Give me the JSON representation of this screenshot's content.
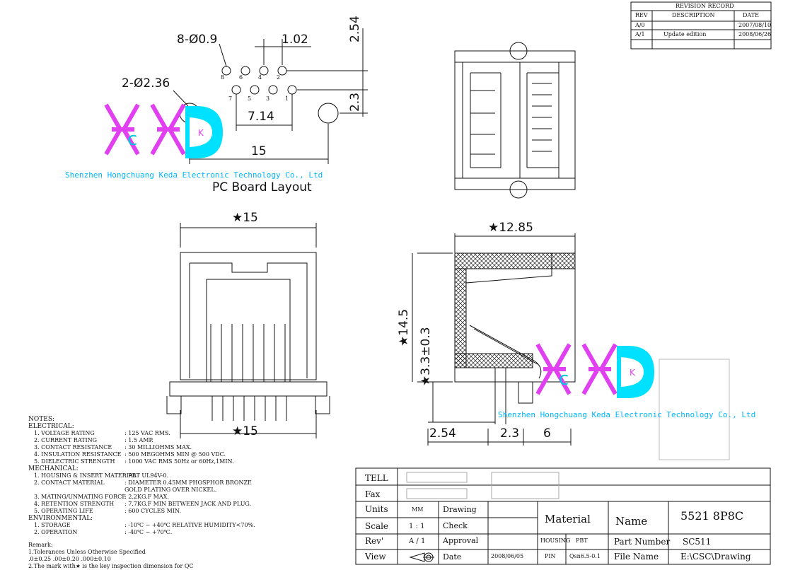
{
  "revision": {
    "title": "REVISION RECORD",
    "headers": [
      "REV",
      "DESCRIPTION",
      "DATE"
    ],
    "rows": [
      {
        "rev": "A/0",
        "desc": "",
        "date": "2007/08/10"
      },
      {
        "rev": "A/1",
        "desc": "Update edition",
        "date": "2008/06/26"
      }
    ]
  },
  "layout": {
    "title": "PC Board Layout",
    "dim_holes": "8-Ø0.9",
    "dim_pitch": "1.02",
    "dim_254": "2.54",
    "dim_mount": "2-Ø2.36",
    "dim_23": "2.3",
    "dim_714": "7.14",
    "dim_15": "15",
    "pins_top": [
      "8",
      "6",
      "4",
      "2"
    ],
    "pins_bottom": [
      "7",
      "5",
      "3",
      "1"
    ]
  },
  "watermark": {
    "company": "Shenzhen Hongchuang Keda Electronic Technology Co., Ltd",
    "logo": "HCKD"
  },
  "front": {
    "width_top": "★15",
    "width_bottom": "★15"
  },
  "side": {
    "depth": "★12.85",
    "height": "★14.5",
    "pin": "★3.3±0.3",
    "d1": "2.54",
    "d2": "2.3",
    "d3": "6"
  },
  "notes": {
    "title": "NOTES:",
    "electrical_title": "ELECTRICAL:",
    "electrical": [
      {
        "k": "1.  VOLTAGE RATING",
        "v": ": 125 VAC RMS."
      },
      {
        "k": "2.  CURRENT RATING",
        "v": ": 1.5 AMP."
      },
      {
        "k": "3.  CONTACT RESISTANCE",
        "v": ": 30 MILLIOHMS MAX."
      },
      {
        "k": "4.  INSULATION RESISTANCE",
        "v": ": 500 MEGOHMS MIN @ 500 VDC."
      },
      {
        "k": "5.  DIELECTRIC STRENGTH",
        "v": ": 1000 VAC RMS 50Hz or 60Hz,1MIN."
      }
    ],
    "mechanical_title": "MECHANICAL:",
    "mechanical": [
      {
        "k": "1.  HOUSING & INSERT MATERIAL",
        "v": ": PBT UL94V-0."
      },
      {
        "k": "2.  CONTACT MATERIAL",
        "v": ": DIAMETER 0.45MM PHOSPHOR BRONZE"
      },
      {
        "k": "",
        "v": "  GOLD PLATING OVER NICKEL."
      },
      {
        "k": "3.  MATING/UNMATING FORCE",
        "v": ": 2.2KG.F MAX."
      },
      {
        "k": "4.  RETENTION STRENGTH",
        "v": ": 7.7KG.F MIN BETWEEN JACK AND PLUG."
      },
      {
        "k": "5.  OPERATING LIFE",
        "v": ": 600 CYCLES MIN."
      }
    ],
    "environmental_title": "ENVIRONMENTAL:",
    "environmental": [
      {
        "k": "1.  STORAGE",
        "v": ": -10℃  ~  +40℃  RELATIVE HUMIDITY<70%."
      },
      {
        "k": "2.  OPERATION",
        "v": ": -40℃  ~  +70℃."
      }
    ],
    "remark_title": "Remark:",
    "remark1": "1.Tolerances Unless Otherwise Specified",
    "remark1b": " .0±0.25  .00±0.20  .000±0.10",
    "remark2": "2.The mark with★ is the key inspection dimension for QC"
  },
  "title_block": {
    "tell": "TELL",
    "fax": "Fax",
    "units": "Units",
    "units_val": "MM",
    "drawing": "Drawing",
    "scale": "Scale",
    "scale_val": "1 : 1",
    "check": "Check",
    "rev": "Rev'",
    "rev_val": "A / 1",
    "approval": "Approval",
    "view": "View",
    "date": "Date",
    "date_val": "2008/06/05",
    "material": "Material",
    "housing": "HOUSING",
    "housing_val": "PBT",
    "pin": "PIN",
    "pin_val": "Qsn6.5-0.1",
    "name": "Name",
    "name_val": "5521 8P8C",
    "part_number": "Part Number",
    "part_number_val": "SC511",
    "file_name": "File Name",
    "file_name_val": "E:\\CSC\\Drawing"
  }
}
